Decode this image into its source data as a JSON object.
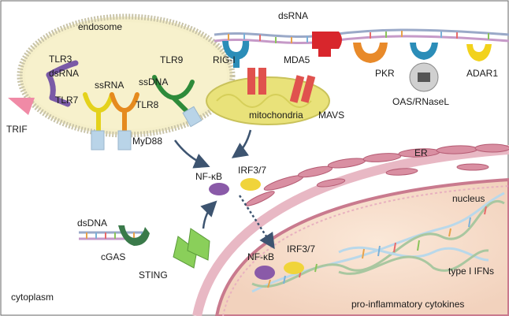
{
  "labels": {
    "endosome": "endosome",
    "tlr3": "TLR3",
    "dsrna_endo": "dsRNA",
    "ssrna": "ssRNA",
    "tlr7": "TLR7",
    "tlr8": "TLR8",
    "tlr9": "TLR9",
    "ssdna": "ssDNA",
    "trif": "TRIF",
    "myd88": "MyD88",
    "dsrna_top": "dsRNA",
    "rigi": "RIG-I",
    "mda5": "MDA5",
    "pkr": "PKR",
    "oas": "OAS/RNaseL",
    "adar1": "ADAR1",
    "mitochondria": "mitochondria",
    "mavs": "MAVS",
    "er": "ER",
    "nucleus": "nucleus",
    "nfkb_cyto": "NF-κB",
    "irf_cyto": "IRF3/7",
    "nfkb_nuc": "NF-κB",
    "irf_nuc": "IRF3/7",
    "dsdna": "dsDNA",
    "cgas": "cGAS",
    "sting": "STING",
    "cytoplasm": "cytoplasm",
    "type1": "type I IFNs",
    "proinflam": "pro-inflammatory  cytokines"
  },
  "colors": {
    "tlr3": "#7a5aa6",
    "tlr7": "#e4d21c",
    "tlr8": "#e58a1e",
    "tlr9": "#2e8b3a",
    "trif": "#f08aa6",
    "adaptor": "#b9d4e8",
    "mda5": "#d8262c",
    "pkr": "#e88a2a",
    "rigi": "#2b8db8",
    "adar1": "#f2d21c",
    "oas": "#b8b8b8",
    "mavs": "#e0524e",
    "mito": "#e9e27a",
    "nfkb": "#8a5aa8",
    "irf": "#f0d43a",
    "cgas": "#3a7a4a",
    "sting": "#8acf5a",
    "membrane": "#c97a8e",
    "arrow": "#3d5470"
  }
}
